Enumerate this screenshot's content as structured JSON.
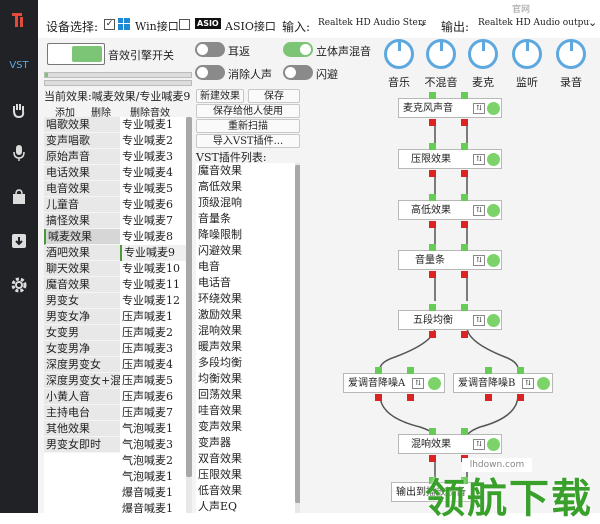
{
  "sidebar": {
    "vst_label": "VST",
    "icons": [
      "logo-icon",
      "vst-icon",
      "hand-icon",
      "mic-icon",
      "bag-icon",
      "download-icon",
      "gear-icon"
    ]
  },
  "top": {
    "device_select_label": "设备选择:",
    "win_label": "Win接口",
    "asio_badge": "ASIO",
    "asio_label": "ASIO接口",
    "input_label": "输入:",
    "input_value": "Realtek HD Audio Stere...",
    "output_label": "输出:",
    "output_value": "Realtek HD Audio output",
    "window_title": "官网"
  },
  "engine": {
    "label": "音效引擎开关"
  },
  "switches": {
    "earback": "耳返",
    "stereo_mix": "立体声混音",
    "remove_vocal": "消除人声",
    "avoid": "闪避"
  },
  "dials": [
    "音乐",
    "不混音",
    "麦克",
    "监听",
    "录音"
  ],
  "current_effect": "当前效果:喊麦效果/专业喊麦9",
  "actions": {
    "add": "添加",
    "delete": "删除",
    "delete_effect": "删除音效"
  },
  "vst_buttons": {
    "new_effect": "新建效果",
    "save": "保存",
    "save_for_others": "保存给他人使用",
    "rescan": "重新扫描",
    "import_vst": "导入VST插件..."
  },
  "vst_list_title": "VST插件列表:",
  "effects_col1": [
    "唱歌效果",
    "变声唱歌",
    "原始声音",
    "电话效果",
    "电音效果",
    "儿童音",
    "搞怪效果",
    "喊麦效果",
    "酒吧效果",
    "聊天效果",
    "魔音效果",
    "男变女",
    "男变女净",
    "女变男",
    "女变男净",
    "深度男变女",
    "深度男变女+混响",
    "小黄人音",
    "主持电台",
    "其他效果",
    "男变女即时"
  ],
  "effects_col2": [
    "专业喊麦1",
    "专业喊麦2",
    "专业喊麦3",
    "专业喊麦4",
    "专业喊麦5",
    "专业喊麦6",
    "专业喊麦7",
    "专业喊麦8",
    "专业喊麦9",
    "专业喊麦10",
    "专业喊麦11",
    "专业喊麦12",
    "压声喊麦1",
    "压声喊麦2",
    "压声喊麦3",
    "压声喊麦4",
    "压声喊麦5",
    "压声喊麦6",
    "压声喊麦7",
    "气泡喊麦1",
    "气泡喊麦3",
    "气泡喊麦2",
    "气泡喊麦1",
    "爆音喊麦1",
    "爆音喊麦1"
  ],
  "vst_plugins": [
    "魔音效果",
    "高低效果",
    "顶级混响",
    "音量条",
    "降噪限制",
    "闪避效果",
    "电音",
    "电话音",
    "环绕效果",
    "激励效果",
    "混响效果",
    "暖声效果",
    "多段均衡",
    "均衡效果",
    "回荡效果",
    "哇音效果",
    "变声效果",
    "变声器",
    "双音效果",
    "压限效果",
    "低音效果",
    "人声EQ"
  ],
  "chain": {
    "mic": "麦克风声音",
    "limiter": "压限效果",
    "hilo": "高低效果",
    "volume": "音量条",
    "eq5": "五段均衡",
    "denoise_a": "爱调音降噪A",
    "denoise_b": "爱调音降噪B",
    "reverb": "混响效果",
    "output": "输出到播放设备"
  },
  "watermark": {
    "title": "领航下载",
    "url": "lhdown.com"
  },
  "colors": {
    "accent_green": "#7cc576",
    "dial_blue": "#5da8df",
    "sidebar_bg": "#202226",
    "port_red": "#dd2222"
  }
}
